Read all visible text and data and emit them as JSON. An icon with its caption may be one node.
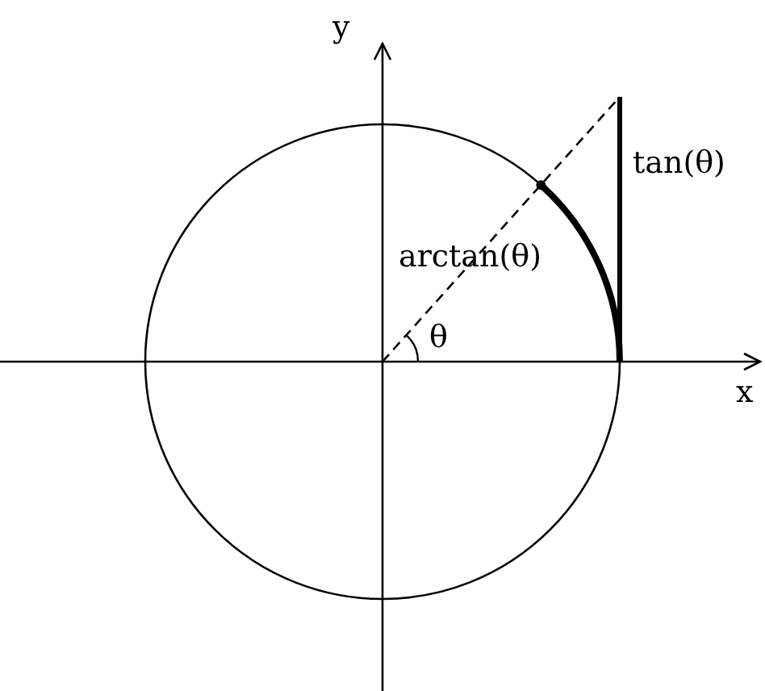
{
  "diagram": {
    "labels": [
      "y",
      "tan(θ)",
      "arctan(θ)",
      "θ",
      "x"
    ]
  }
}
